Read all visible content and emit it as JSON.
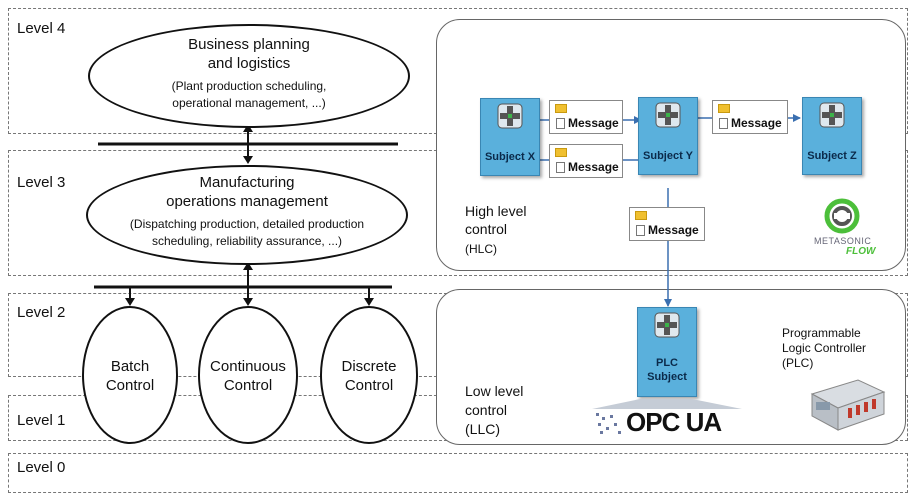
{
  "levels": [
    "Level 4",
    "Level 3",
    "Level 2",
    "Level 1",
    "Level 0"
  ],
  "business": {
    "title_line1": "Business planning",
    "title_line2": "and logistics",
    "sub_line1": "(Plant production scheduling,",
    "sub_line2": "operational management, ...)"
  },
  "mom": {
    "title_line1": "Manufacturing",
    "title_line2": "operations management",
    "sub_line1": "(Dispatching production, detailed production",
    "sub_line2": "scheduling, reliability assurance, ...)"
  },
  "controls": [
    {
      "line1": "Batch",
      "line2": "Control"
    },
    {
      "line1": "Continuous",
      "line2": "Control"
    },
    {
      "line1": "Discrete",
      "line2": "Control"
    }
  ],
  "hlc": {
    "line1": "High level",
    "line2": "control",
    "line3": "(HLC)",
    "subjects": [
      "Subject X",
      "Subject Y",
      "Subject Z"
    ],
    "message_label": "Message",
    "logo_line1": "METASONIC",
    "logo_line2": "FLOW"
  },
  "llc": {
    "line1": "Low level",
    "line2": "control",
    "line3": "(LLC)",
    "plc_line1": "PLC",
    "plc_line2": "Subject",
    "opc": "OPC UA",
    "plc_desc_line1": "Programmable",
    "plc_desc_line2": "Logic Controller",
    "plc_desc_line3": "(PLC)"
  },
  "colors": {
    "subject_fill": "#5ab0dc",
    "arrow_blue": "#3a6fb0",
    "logo_green": "#4cbf3a"
  }
}
